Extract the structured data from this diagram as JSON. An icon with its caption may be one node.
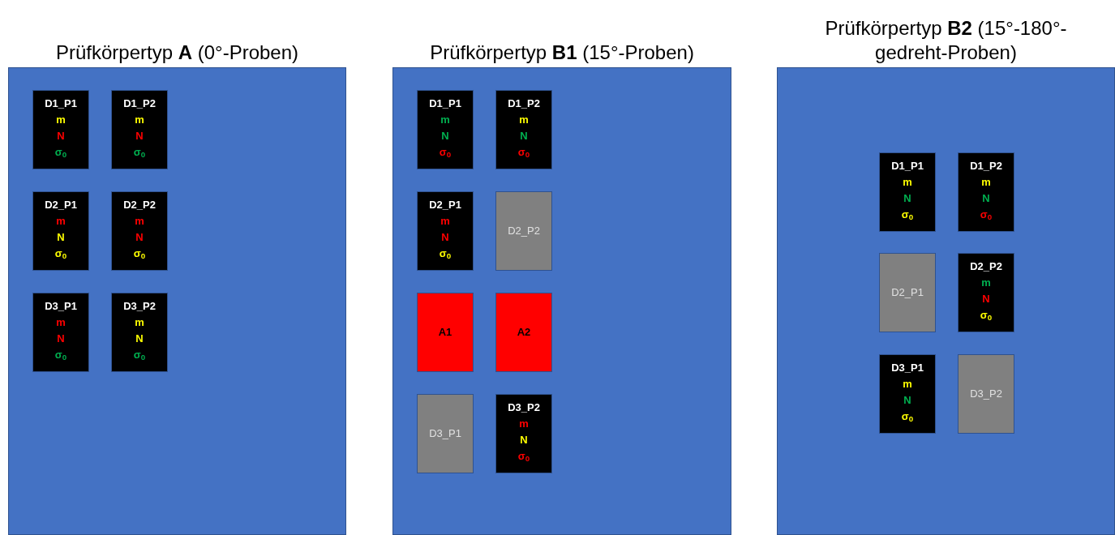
{
  "diagram": {
    "nodes": [
      {
        "text": [
          "Prüfkörpertyp **A** (0°-Proben)"
        ]
      },
      {
        "text": [
          "D1_P1",
          "m",
          "N",
          "σ$_{0}$"
        ],
        "in": 0
      },
      {
        "text": [
          "D1_P2",
          "m",
          "N",
          "σ$_{0}$"
        ],
        "in": 0
      },
      {
        "text": [
          "D2_P1",
          "m",
          "N",
          "σ$_{0}$"
        ],
        "in": 0
      },
      {
        "text": [
          "D2_P2",
          "m",
          "N",
          "σ$_{0}$"
        ],
        "in": 0
      },
      {
        "text": [
          "D3_P1",
          "m",
          "N",
          "σ$_{0}$"
        ],
        "in": 0
      },
      {
        "text": [
          "D3_P2",
          "m",
          "N",
          "σ$_{0}$"
        ],
        "in": 0
      },
      {
        "text": [
          "Prüfkörpertyp **B1** (15°-Proben)"
        ]
      },
      {
        "text": [
          "D1_P1",
          "m",
          "N",
          "σ$_{0}$"
        ],
        "in": 7
      },
      {
        "text": [
          "D1_P2",
          "m",
          "N",
          "σ$_{0}$"
        ],
        "in": 7
      },
      {
        "text": [
          "D2_P1",
          "m",
          "N",
          "σ$_{0}$"
        ],
        "in": 7
      },
      {
        "text": [
          "D2_P2"
        ],
        "in": 7
      },
      {
        "text": [
          "A1"
        ],
        "in": 7
      },
      {
        "text": [
          "A2"
        ],
        "in": 7
      },
      {
        "text": [
          "D3_P1"
        ],
        "in": 7
      },
      {
        "text": [
          "D3_P2",
          "m",
          "N",
          "σ$_{0}$"
        ],
        "in": 7
      },
      {
        "text": [
          "Prüfkörpertyp **B2** (15°-180°-gedreht-Proben)"
        ]
      },
      {
        "text": [
          "D1_P1",
          "m",
          "N",
          "σ$_{0}$"
        ],
        "in": 16
      },
      {
        "text": [
          "D1_P2",
          "m",
          "N",
          "σ$_{0}$"
        ],
        "in": 16
      },
      {
        "text": [
          "D2_P1"
        ],
        "in": 16
      },
      {
        "text": [
          "D2_P2",
          "m",
          "N",
          "σ$_{0}$"
        ],
        "in": 16
      },
      {
        "text": [
          "D3_P1",
          "m",
          "N",
          "σ$_{0}$"
        ],
        "in": 16
      },
      {
        "text": [
          "D3_P2"
        ],
        "in": 16
      }
    ],
    "edges": []
  }
}
